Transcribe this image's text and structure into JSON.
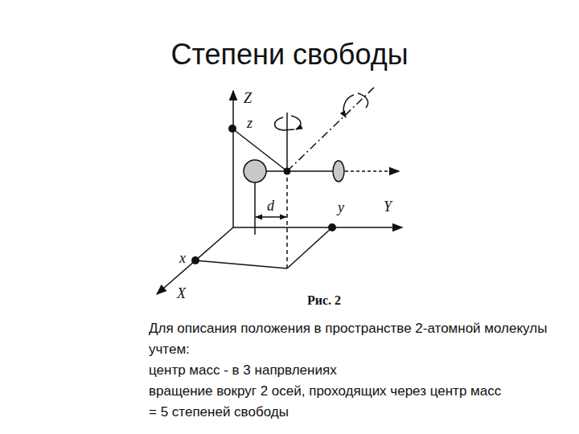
{
  "diagram": {
    "title": "Степени свободы",
    "labels": [
      "Z",
      "z",
      "Y",
      "y",
      "d",
      "x",
      "X",
      "Рис. 2",
      "Для описания положения в пространстве 2-атомной молекулы учтем:",
      "центр масс  - в 3 напрвлениях",
      "вращение вокруг  2 осей, проходящих через центр масс",
      "= 5 степеней свободы"
    ]
  }
}
